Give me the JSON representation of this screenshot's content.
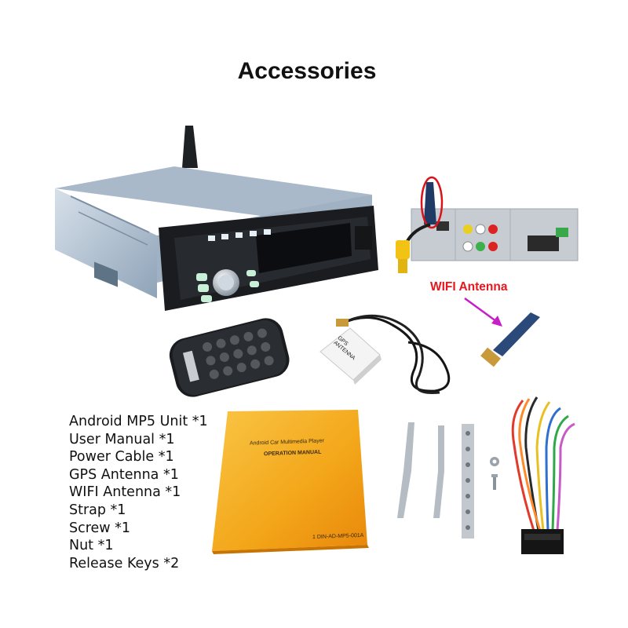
{
  "title": "Accessories",
  "callout": {
    "label": "WIFI Antenna",
    "color": "#e8161d",
    "arrow_color": "#c81ec8"
  },
  "manual": {
    "header": "Android Car Multimedia Player",
    "subtitle": "OPERATION MANUAL",
    "footer": "1 DIN-AD-MP5-001A"
  },
  "gps_antenna": {
    "line1": "GPS",
    "line2": "ANTENNA"
  },
  "contents": [
    "Android MP5 Unit *1",
    "User Manual *1",
    "Power Cable *1",
    "GPS Antenna *1",
    "WIFI Antenna *1",
    "Strap *1",
    "Screw *1",
    "Nut *1",
    "Release Keys *2"
  ],
  "colors": {
    "manual_orange": "#f3a518",
    "antenna_blue": "#2b4a7a",
    "unit_body": "#b8c7d6"
  }
}
